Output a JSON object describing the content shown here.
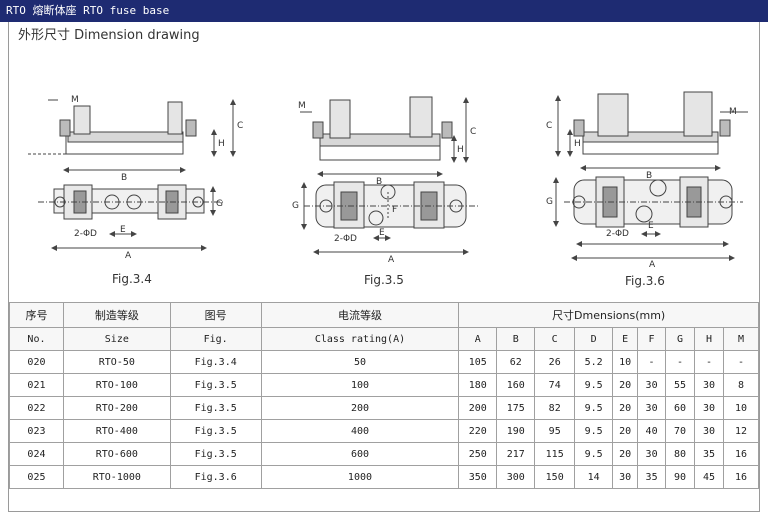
{
  "title": "RTO 熔断体座 RTO fuse base",
  "subtitle": "外形尺寸 Dimension drawing",
  "figures": [
    {
      "label": "Fig.3.4",
      "dims": [
        "M",
        "C",
        "H",
        "B",
        "G",
        "2-ΦD",
        "E",
        "A"
      ]
    },
    {
      "label": "Fig.3.5",
      "dims": [
        "M",
        "C",
        "H",
        "B",
        "G",
        "F",
        "2-ΦD",
        "E",
        "A"
      ]
    },
    {
      "label": "Fig.3.6",
      "dims": [
        "M",
        "C",
        "H",
        "B",
        "G",
        "2-ΦD",
        "E",
        "A"
      ]
    }
  ],
  "table": {
    "headers_cn": [
      "序号",
      "制造等级",
      "图号",
      "电流等级",
      "尺寸Dmensions(mm)"
    ],
    "headers_en": [
      "No.",
      "Size",
      "Fig.",
      "Class rating(A)"
    ],
    "dim_cols": [
      "A",
      "B",
      "C",
      "D",
      "E",
      "F",
      "G",
      "H",
      "M"
    ],
    "rows": [
      [
        "020",
        "RTO-50",
        "Fig.3.4",
        "50",
        "105",
        "62",
        "26",
        "5.2",
        "10",
        "-",
        "-",
        "-",
        "-"
      ],
      [
        "021",
        "RTO-100",
        "Fig.3.5",
        "100",
        "180",
        "160",
        "74",
        "9.5",
        "20",
        "30",
        "55",
        "30",
        "8"
      ],
      [
        "022",
        "RTO-200",
        "Fig.3.5",
        "200",
        "200",
        "175",
        "82",
        "9.5",
        "20",
        "30",
        "60",
        "30",
        "10"
      ],
      [
        "023",
        "RTO-400",
        "Fig.3.5",
        "400",
        "220",
        "190",
        "95",
        "9.5",
        "20",
        "40",
        "70",
        "30",
        "12"
      ],
      [
        "024",
        "RTO-600",
        "Fig.3.5",
        "600",
        "250",
        "217",
        "115",
        "9.5",
        "20",
        "30",
        "80",
        "35",
        "16"
      ],
      [
        "025",
        "RTO-1000",
        "Fig.3.6",
        "1000",
        "350",
        "300",
        "150",
        "14",
        "30",
        "35",
        "90",
        "45",
        "16"
      ]
    ]
  }
}
